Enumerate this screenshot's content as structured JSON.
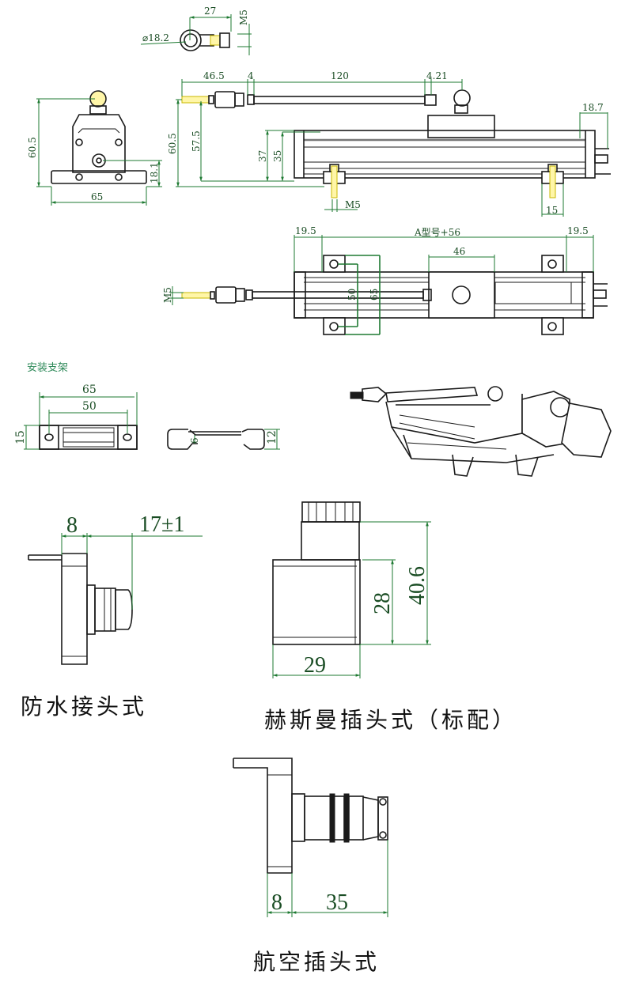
{
  "title": "Linear displacement sensor (pull-rod type) dimension drawing",
  "colors": {
    "line": "#1a1a1a",
    "dimension": "#1e7a32",
    "highlight": "#fff6a8",
    "label_green": "#2f8a5a"
  },
  "rod_end_view": {
    "diameter": "⌀18.2",
    "length": "27",
    "thread": "M5"
  },
  "side_view": {
    "rod_segments": [
      "46.5",
      "4",
      "120",
      "4.21"
    ],
    "heights": [
      "60.5",
      "57.5",
      "37",
      "35"
    ],
    "end_cap": "18.7",
    "mount_thread": "M5",
    "mount_width": "15"
  },
  "end_view": {
    "height": "60.5",
    "center_height": "18.1",
    "width": "65"
  },
  "top_view": {
    "left_margin": "19.5",
    "body_length": "A型号+56",
    "right_margin": "19.5",
    "slider_width": "46",
    "bracket_inner": "50",
    "bracket_outer": "65",
    "rod_thread": "M5"
  },
  "bracket": {
    "title": "安装支架",
    "overall_length": "65",
    "hole_spacing": "50",
    "width": "15",
    "profile_height": "12",
    "profile_gap": "6"
  },
  "connectors": [
    {
      "name": "防水接头式",
      "dims": [
        "8",
        "17±1"
      ]
    },
    {
      "name": "赫斯曼插头式（标配）",
      "dims": [
        "29",
        "28",
        "40.6"
      ]
    },
    {
      "name": "航空插头式",
      "dims": [
        "8",
        "35"
      ]
    }
  ]
}
